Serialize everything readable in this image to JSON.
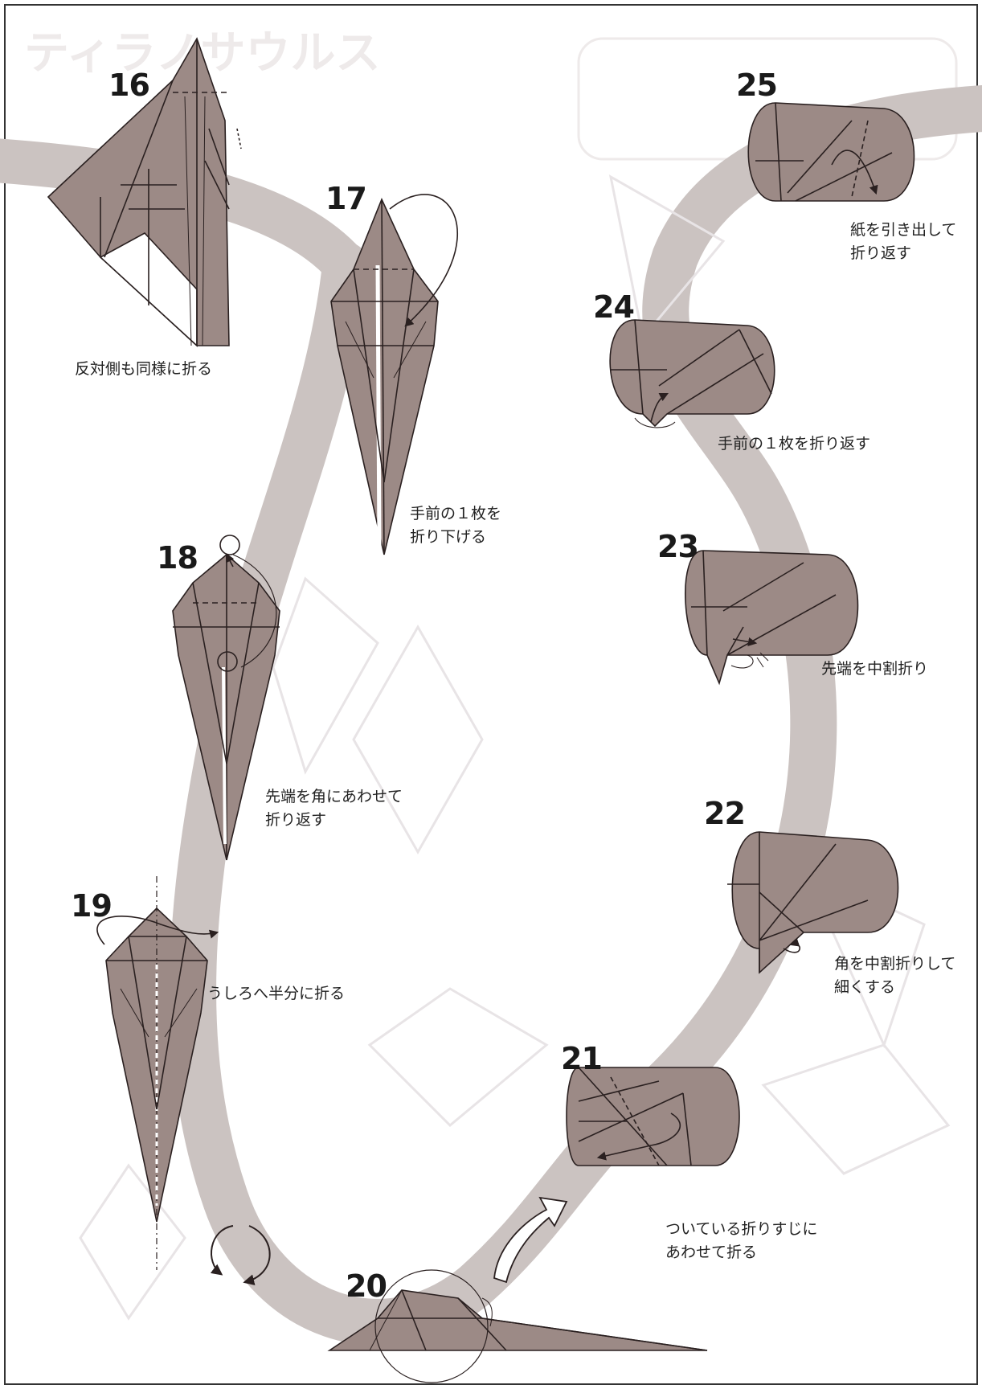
{
  "page": {
    "title": "ティラノサウルス"
  },
  "colors": {
    "paper_brown": "#9c8a86",
    "paper_dark": "#7a6966",
    "path_band": "#c9c1bf",
    "line": "#2a2020",
    "background": "#ffffff"
  },
  "steps": [
    {
      "number": "16",
      "caption": [
        "反対側も同様に折る"
      ],
      "icon": "origami-diagram-step-16"
    },
    {
      "number": "17",
      "caption": [
        "手前の１枚を",
        "折り下げる"
      ],
      "icon": "origami-diagram-step-17"
    },
    {
      "number": "18",
      "caption": [
        "先端を角にあわせて",
        "折り返す"
      ],
      "icon": "origami-diagram-step-18"
    },
    {
      "number": "19",
      "caption": [
        "うしろへ半分に折る"
      ],
      "icon": "origami-diagram-step-19"
    },
    {
      "number": "20",
      "caption": [],
      "icon": "origami-diagram-step-20"
    },
    {
      "number": "21",
      "caption": [
        "ついている折りすじに",
        "あわせて折る"
      ],
      "icon": "origami-diagram-step-21"
    },
    {
      "number": "22",
      "caption": [
        "角を中割折りして",
        "細くする"
      ],
      "icon": "origami-diagram-step-22"
    },
    {
      "number": "23",
      "caption": [
        "先端を中割折り"
      ],
      "icon": "origami-diagram-step-23"
    },
    {
      "number": "24",
      "caption": [
        "手前の１枚を折り返す"
      ],
      "icon": "origami-diagram-step-24"
    },
    {
      "number": "25",
      "caption": [
        "紙を引き出して",
        "折り返す"
      ],
      "icon": "origami-diagram-step-25"
    }
  ]
}
